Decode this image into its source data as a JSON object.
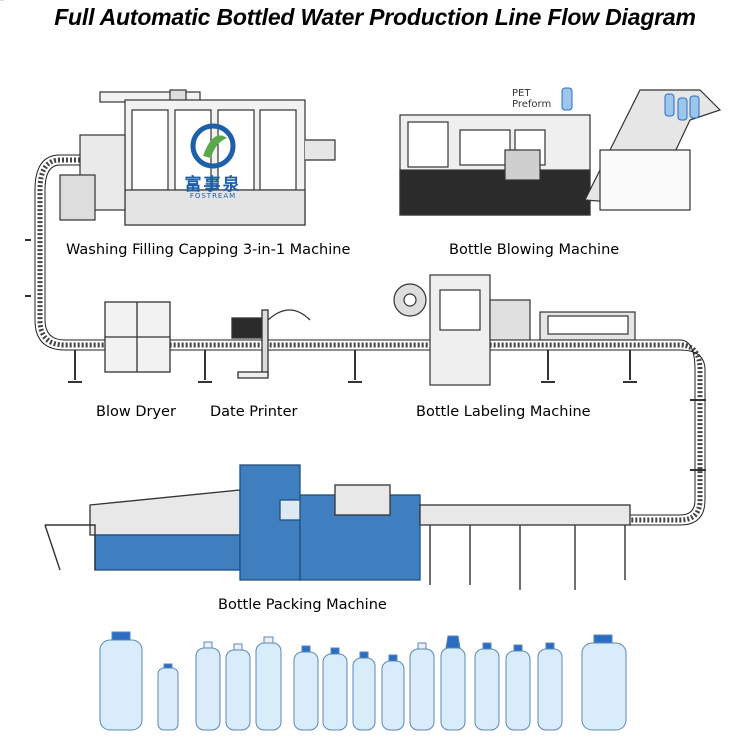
{
  "title": "Full Automatic Bottled Water Production Line Flow Diagram",
  "brand": {
    "name_cn": "富事泉",
    "name_en": "FOSTREAM",
    "color": "#1d5fa8",
    "accent": "#5aa84a"
  },
  "labels": {
    "filling": "Washing Filling Capping 3-in-1 Machine",
    "blowing": "Bottle Blowing Machine",
    "dryer": "Blow Dryer",
    "printer": "Date Printer",
    "labeling": "Bottle Labeling Machine",
    "packing": "Bottle Packing Machine",
    "pet_line1": "PET",
    "pet_line2": "Preform"
  },
  "colors": {
    "machine_outline": "#333333",
    "machine_fill": "#eeeeee",
    "packer_blue": "#3f7fc0",
    "bottle_cap": "#2b6cc4",
    "bottle_body": "#cfe6f7"
  }
}
